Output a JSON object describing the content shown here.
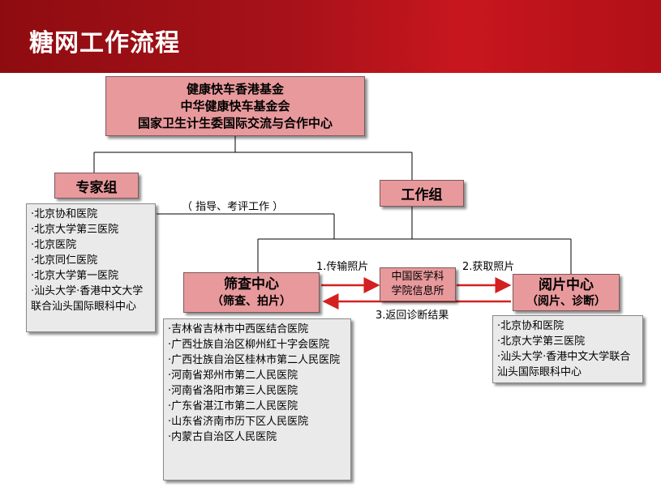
{
  "header": {
    "title": "糖网工作流程"
  },
  "top_box": {
    "lines": [
      "健康快车香港基金",
      "中华健康快车基金会",
      "国家卫生计生委国际交流与合作中心"
    ]
  },
  "expert_group": {
    "title": "专家组",
    "members": [
      "·北京协和医院",
      "·北京大学第三医院",
      "·北京医院",
      "·北京同仁医院",
      "·北京大学第一医院",
      "·汕头大学·香港中文大学联合汕头国际眼科中心"
    ]
  },
  "work_group": {
    "title": "工作组"
  },
  "guidance_label": "（ 指导、考评工作 ）",
  "screening_center": {
    "title": "筛查中心",
    "subtitle": "（筛查、拍片）",
    "members": [
      "·吉林省吉林市中西医结合医院",
      "·广西壮族自治区柳州红十字会医院",
      "·广西壮族自治区桂林市第二人民医院",
      "·河南省郑州市第二人民医院",
      "·河南省洛阳市第三人民医院",
      "·广东省湛江市第二人民医院",
      "·山东省济南市历下区人民医院",
      "·内蒙古自治区人民医院"
    ]
  },
  "cams": {
    "lines": [
      "中国医学科",
      "学院信息所"
    ]
  },
  "reading_center": {
    "title": "阅片中心",
    "subtitle": "（阅片、诊断）",
    "members": [
      "·北京协和医院",
      "·北京大学第三医院",
      "·汕头大学·香港中文大学联合汕头国际眼科中心"
    ]
  },
  "flows": {
    "step1": "1.传输照片",
    "step2": "2.获取照片",
    "step3": "3.返回诊断结果"
  },
  "colors": {
    "header": "#a8121a",
    "box": "#e8999c",
    "arrow": "#d42020"
  }
}
